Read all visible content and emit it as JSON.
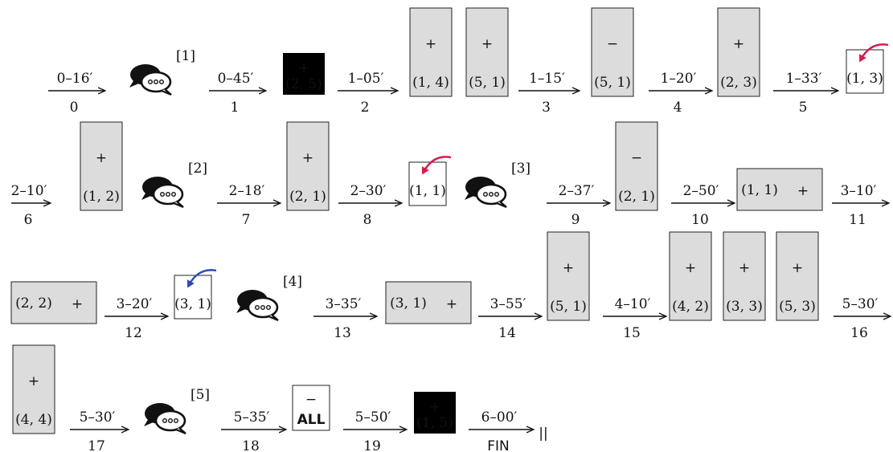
{
  "colors": {
    "red": "#d81b4a",
    "blue": "#2a4bb5",
    "gray": "#dcdcdc",
    "black": "#000000"
  },
  "rows": [
    [
      {
        "type": "arrow",
        "time": "0–16′",
        "step": "0"
      },
      {
        "type": "chat",
        "ref": "[1]"
      },
      {
        "type": "arrow",
        "time": "0–45′",
        "step": "1"
      },
      {
        "type": "box",
        "style": "black",
        "sign": "+",
        "coord": "(2, 5)"
      },
      {
        "type": "arrow",
        "time": "1–05′",
        "step": "2"
      },
      {
        "type": "box",
        "style": "tall",
        "color": "red",
        "sign": "+",
        "coord": "(1, 4)"
      },
      {
        "type": "box",
        "style": "tall",
        "color": "blue",
        "sign": "+",
        "coord": "(5, 1)"
      },
      {
        "type": "arrow",
        "time": "1–15′",
        "step": "3"
      },
      {
        "type": "box",
        "style": "tall",
        "color": "blue",
        "sign": "−",
        "coord": "(5, 1)"
      },
      {
        "type": "arrow",
        "time": "1–20′",
        "step": "4"
      },
      {
        "type": "box",
        "style": "tall",
        "color": "red",
        "sign": "+",
        "coord": "(2, 3)"
      },
      {
        "type": "arrow",
        "time": "1–33′",
        "step": "5"
      },
      {
        "type": "box",
        "style": "undo",
        "color": "red",
        "coord": "(1, 3)"
      }
    ],
    [
      {
        "type": "arrow",
        "time": "2–10′",
        "step": "6"
      },
      {
        "type": "box",
        "style": "tall",
        "color": "red",
        "sign": "+",
        "coord": "(1, 2)"
      },
      {
        "type": "chat",
        "ref": "[2]"
      },
      {
        "type": "arrow",
        "time": "2–18′",
        "step": "7"
      },
      {
        "type": "box",
        "style": "tall",
        "color": "blue",
        "sign": "+",
        "coord": "(2, 1)"
      },
      {
        "type": "arrow",
        "time": "2–30′",
        "step": "8"
      },
      {
        "type": "box",
        "style": "undo",
        "color": "red",
        "coord": "(1, 1)"
      },
      {
        "type": "chat",
        "ref": "[3]"
      },
      {
        "type": "arrow",
        "time": "2–37′",
        "step": "9"
      },
      {
        "type": "box",
        "style": "tall",
        "color": "red",
        "sign": "−",
        "coord": "(2, 1)"
      },
      {
        "type": "arrow",
        "time": "2–50′",
        "step": "10"
      },
      {
        "type": "box",
        "style": "wide",
        "color": "red",
        "sign": "+",
        "coord": "(1, 1)"
      },
      {
        "type": "arrow",
        "time": "3–10′",
        "step": "11"
      }
    ],
    [
      {
        "type": "box",
        "style": "wide",
        "color": "red",
        "sign": "+",
        "coord": "(2, 2)"
      },
      {
        "type": "arrow",
        "time": "3–20′",
        "step": "12"
      },
      {
        "type": "box",
        "style": "undo",
        "color": "blue",
        "coord": "(3, 1)"
      },
      {
        "type": "chat",
        "ref": "[4]"
      },
      {
        "type": "arrow",
        "time": "3–35′",
        "step": "13"
      },
      {
        "type": "box",
        "style": "wide",
        "color": "blue",
        "sign": "+",
        "coord": "(3, 1)"
      },
      {
        "type": "arrow",
        "time": "3–55′",
        "step": "14"
      },
      {
        "type": "box",
        "style": "tall",
        "color": "red",
        "sign": "+",
        "coord": "(5, 1)"
      },
      {
        "type": "arrow",
        "time": "4–10′",
        "step": "15"
      },
      {
        "type": "box",
        "style": "tall",
        "color": "red",
        "sign": "+",
        "coord": "(4, 2)"
      },
      {
        "type": "box",
        "style": "tall",
        "color": "red",
        "sign": "+",
        "coord": "(3, 3)"
      },
      {
        "type": "box",
        "style": "tall",
        "color": "red",
        "sign": "+",
        "coord": "(5, 3)"
      },
      {
        "type": "arrow",
        "time": "5–30′",
        "step": "16"
      }
    ],
    [
      {
        "type": "box",
        "style": "tall",
        "color": "red",
        "sign": "+",
        "coord": "(4, 4)"
      },
      {
        "type": "arrow",
        "time": "5–30′",
        "step": "17"
      },
      {
        "type": "chat",
        "ref": "[5]"
      },
      {
        "type": "arrow",
        "time": "5–35′",
        "step": "18"
      },
      {
        "type": "box",
        "style": "all",
        "color": "red",
        "sign": "−",
        "coord": "ALL"
      },
      {
        "type": "arrow",
        "time": "5–50′",
        "step": "19"
      },
      {
        "type": "box",
        "style": "black",
        "sign": "+",
        "coord": "(1, 5)"
      },
      {
        "type": "arrow",
        "time": "6–00′",
        "step": "FIN"
      },
      {
        "type": "end",
        "text": "||"
      }
    ]
  ]
}
